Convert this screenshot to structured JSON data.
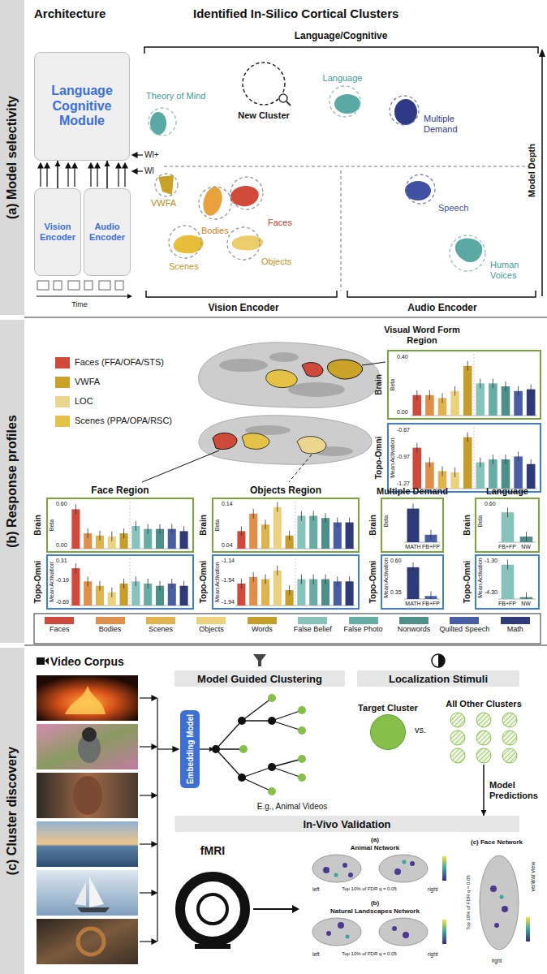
{
  "diagram": {
    "nodes": [
      {
        "text": [
          "(a) Model selectivity"
        ]
      },
      {
        "text": [
          "Language Cognitive Module"
        ]
      },
      {
        "text": [
          "Vision Encoder"
        ]
      },
      {
        "text": [
          "Audio Encoder"
        ]
      },
      {
        "text": [
          "(b) Response profiles"
        ]
      },
      {
        "text": [
          "(c) Cluster discovery"
        ]
      },
      {
        "text": [
          "Model Guided Clustering"
        ]
      },
      {
        "text": [
          "Embedding Model"
        ]
      },
      {
        "text": [
          "Localization Stimuli"
        ]
      },
      {
        "text": [
          "Target Cluster"
        ]
      },
      {
        "text": [
          "All Other Clusters"
        ]
      },
      {
        "text": [
          "In-Vivo Validation"
        ]
      }
    ],
    "edges": [
      {
        "from": 2,
        "to": 1,
        "arrow": "to"
      },
      {
        "from": 3,
        "to": 1,
        "arrow": "to"
      },
      {
        "from": 10,
        "to": 11,
        "label": "Model Predictions",
        "arrow": "to"
      }
    ],
    "labels": [
      "Architecture",
      "Identified In-Silico Cortical Clusters",
      "Language/Cognitive",
      "Wl+",
      "Wl",
      "Time",
      "Theory of Mind",
      "New Cluster",
      "Language",
      "Multiple Demand",
      "VWFA",
      "Bodies",
      "Faces",
      "Scenes",
      "Objects",
      "Speech",
      "Human Voices",
      "Model Depth",
      "Vision Encoder",
      "Audio Encoder",
      "Visual Word Form Region",
      "Brain",
      "Beta",
      "0.40",
      "0.00",
      "Topo-Omni",
      "Mean Activation",
      "-0.67",
      "-0.97",
      "-1.27",
      "Face Region",
      "Brain",
      "Beta",
      "0.60",
      "0.00",
      "Topo-Omni",
      "Mean Activation",
      "0.31",
      "-0.19",
      "-0.69",
      "Objects Region",
      "Brain",
      "Beta",
      "0.14",
      "0.04",
      "Topo-Omni",
      "Mean Activation",
      "-1.14",
      "-1.54",
      "-1.94",
      "Multiple Demand",
      "Brain",
      "Beta",
      "MATH",
      "FB+FP",
      "Topo-Omni",
      "Mean Activation",
      "0.60",
      "0.35",
      "MATH",
      "FB+FP",
      "Language",
      "Brain",
      "Beta",
      "0.60",
      "FB+FP",
      "NW",
      "Topo-Omni",
      "Mean Activation",
      "-1.30",
      "-4.30",
      "FB+FP",
      "NW",
      "Video Corpus",
      "E.g., Animal Videos",
      "vs.",
      "fMRI",
      "(a)",
      "Animal Network",
      "left",
      "right",
      "Top 10% of FDR q = 0.05",
      "(b)",
      "Natural Landscapes Network",
      "left",
      "right",
      "Top 10% of FDR q = 0.05",
      "(c) Face Network",
      "ventral view",
      "right",
      "Top 10% of FDR q = 0.05"
    ],
    "legend": [
      {
        "text": "Faces (FFA/OFA/STS)",
        "color": "#cf4a3a"
      },
      {
        "text": "VWFA",
        "color": "#c9a227"
      },
      {
        "text": "LOC",
        "color": "#ead68f"
      },
      {
        "text": "Scenes (PPA/OPA/RSC)",
        "color": "#e3c245"
      },
      {
        "text": "Faces",
        "color": "#cf4a3a"
      },
      {
        "text": "Bodies",
        "color": "#df8f4a"
      },
      {
        "text": "Scenes",
        "color": "#e0b34f"
      },
      {
        "text": "Objects",
        "color": "#ecd27f"
      },
      {
        "text": "Words",
        "color": "#c79d2a"
      },
      {
        "text": "False Belief",
        "color": "#86c3ba"
      },
      {
        "text": "False Photo",
        "color": "#68ada4"
      },
      {
        "text": "Nonwords",
        "color": "#4f8f8a"
      },
      {
        "text": "Quilted Speech",
        "color": "#4a5fa3"
      },
      {
        "text": "Math",
        "color": "#2f3a78"
      }
    ]
  }
}
